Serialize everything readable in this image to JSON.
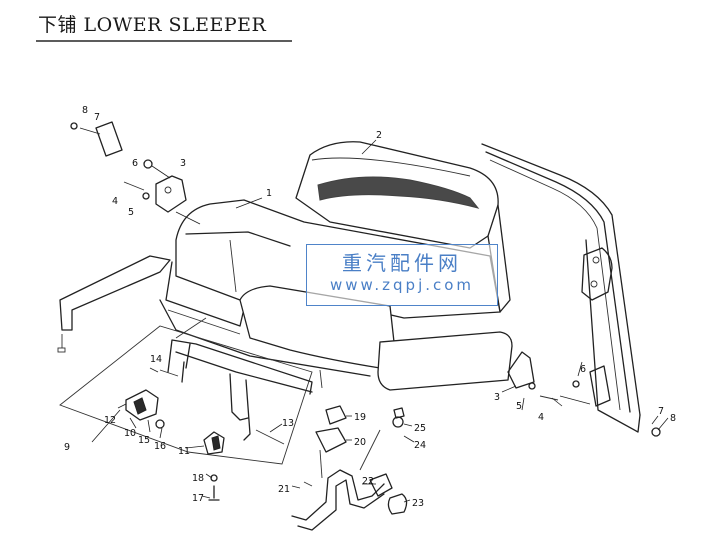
{
  "title": "下铺 LOWER SLEEPER",
  "watermark": {
    "name": "重汽配件网",
    "url": "www.zqpj.com"
  },
  "callouts": [
    "1",
    "2",
    "3",
    "4",
    "5",
    "6",
    "7",
    "8",
    "9",
    "10",
    "11",
    "12",
    "13",
    "14",
    "15",
    "16",
    "17",
    "18",
    "19",
    "20",
    "21",
    "22",
    "23",
    "24",
    "25"
  ],
  "colors": {
    "line": "#222222",
    "watermark": "#4a7fc6"
  }
}
